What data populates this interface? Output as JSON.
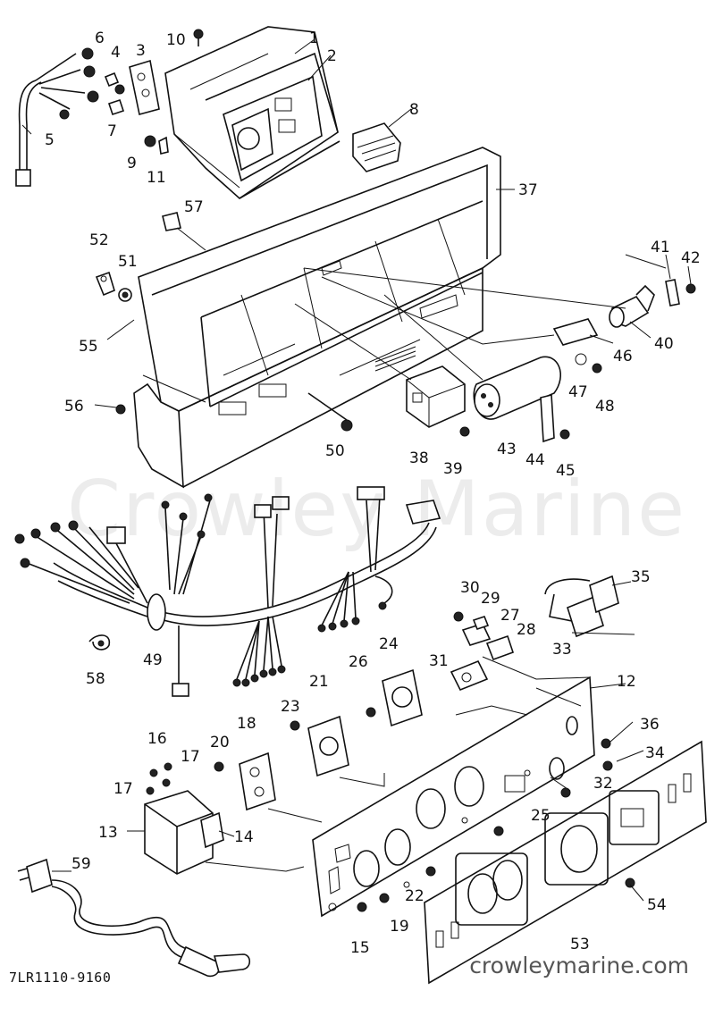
{
  "diagram": {
    "callouts": [
      "1",
      "2",
      "3",
      "4",
      "5",
      "6",
      "7",
      "8",
      "9",
      "10",
      "11",
      "12",
      "13",
      "14",
      "15",
      "16",
      "17",
      "17",
      "18",
      "19",
      "20",
      "21",
      "22",
      "23",
      "24",
      "25",
      "26",
      "27",
      "28",
      "29",
      "30",
      "31",
      "32",
      "33",
      "34",
      "35",
      "36",
      "37",
      "38",
      "39",
      "40",
      "41",
      "42",
      "43",
      "44",
      "45",
      "46",
      "47",
      "48",
      "49",
      "50",
      "51",
      "52",
      "53",
      "54",
      "55",
      "56",
      "57",
      "58",
      "59"
    ],
    "drawing_code": "7LR1110-9160",
    "watermark": "Crowley Marine",
    "website": "crowleymarine.com"
  }
}
